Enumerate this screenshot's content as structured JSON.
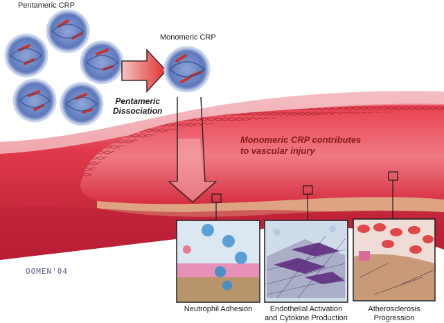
{
  "labels": {
    "pentameric_crp": "Pentameric CRP",
    "monomeric_crp": "Monomeric CRP",
    "dissociation_line1": "Pentameric",
    "dissociation_line2": "Dissociation",
    "injury_line1": "Monomeric CRP contributes",
    "injury_line2": "to vascular injury",
    "signature": "OOMEN'04"
  },
  "panels": [
    {
      "caption_line1": "Neutrophil Adhesion",
      "caption_line2": ""
    },
    {
      "caption_line1": "Endothelial Activation",
      "caption_line2": "and Cytokine Production"
    },
    {
      "caption_line1": "Atherosclerosis",
      "caption_line2": "Progression"
    }
  ],
  "colors": {
    "vessel_red": "#d9283a",
    "vessel_dark": "#a8142a",
    "lumen_light": "#f4a3a3",
    "arrow_fill": "#e84a4a",
    "protein_blue": "#6f89c8",
    "protein_red": "#c8322c"
  }
}
